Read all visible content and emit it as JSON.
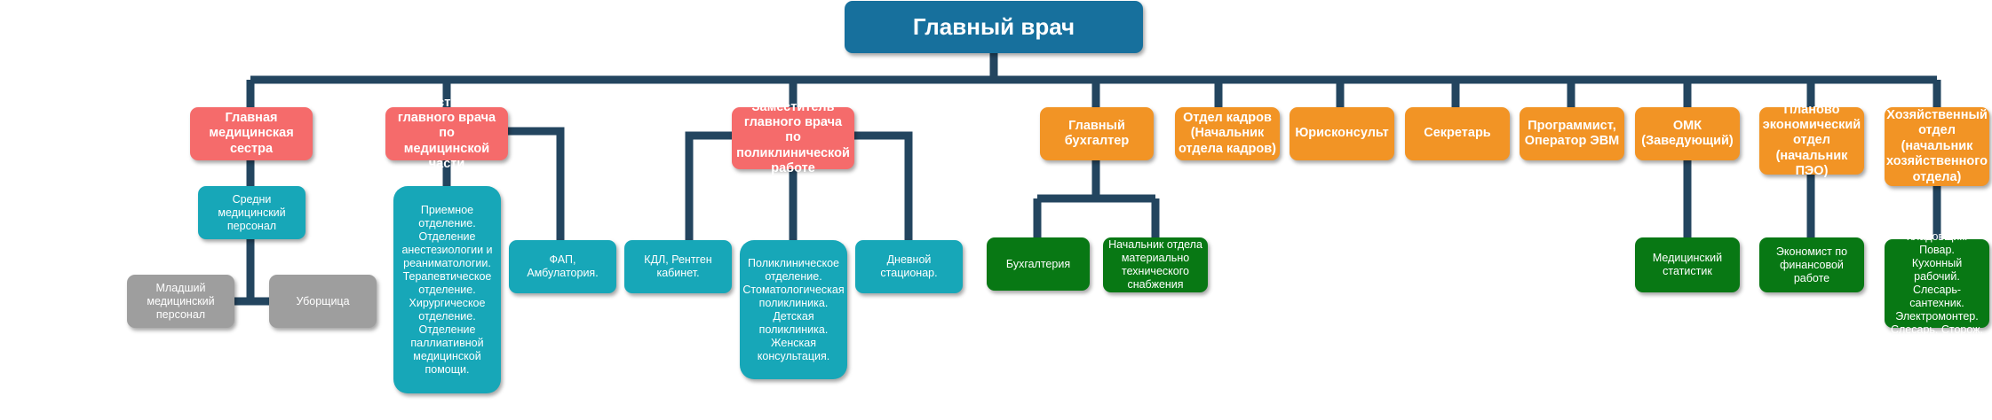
{
  "nodes": {
    "root": "Главный врач",
    "chief_nurse": "Главная\nмедицинская\nсестра",
    "deputy_medical": "Заместитель\nглавного врача по\nмедицинской части",
    "deputy_clinic": "Заместитель\nглавного врача по\nполиклинической\nработе",
    "chief_accountant": "Главный\nбухгалтер",
    "hr_department": "Отдел кадров\n(Начальник\nотдела кадров)",
    "legal_advisor": "Юрисконсульт",
    "secretary": "Секретарь",
    "programmer": "Программист,\nОператор ЭВМ",
    "omk": "ОМК\n(Заведующий)",
    "planning_department": "Планово\nэкономический\nотдел\n(начальник ПЭО)",
    "economic_department": "Хозяйственный\nотдел\n(начальник\nхозяйственного\nотдела)",
    "mid_staff": "Средни\nмедицинский\nперсонал",
    "junior_staff": "Младший\nмедицинский\nперсонал",
    "cleaner": "Уборщица",
    "hospital_departments": "Приемное\nотделение.\nОтделение\nанестезиологии и\nреаниматологии.\nТерапевтическое\nотделение.\nХирургическое\nотделение.\nОтделение\nпаллиативной\nмедицинской\nпомощи.",
    "fap": "ФАП,\nАмбулатория.",
    "kdl": "КДЛ, Рентген\nкабинет.",
    "polyclinic_departments": "Поликлиническое\nотделение.\nСтоматологическая\nполиклиника.\nДетская\nполиклиника.\nЖенская\nконсультация.",
    "day_hospital": "Дневной стационар.",
    "accounting": "Бухгалтерия",
    "supply_head": "Начальник отдела\nматериально\nтехнического\nснабжения",
    "medical_statistician": "Медицинский\nстатистик",
    "finance_economist": "Экономист по\nфинансовой работе",
    "maintenance_staff": "Кладовщик. Повар.\nКухонный рабочий.\nСлесарь-сантехник.\nЭлектромонтер.\nСлесарь. Сторож."
  },
  "colors": {
    "root": "#17709d",
    "connector": "#23455f",
    "red": "#f56b6b",
    "orange": "#f29425",
    "teal": "#17a7b8",
    "green": "#087814",
    "gray": "#9e9e9e"
  }
}
